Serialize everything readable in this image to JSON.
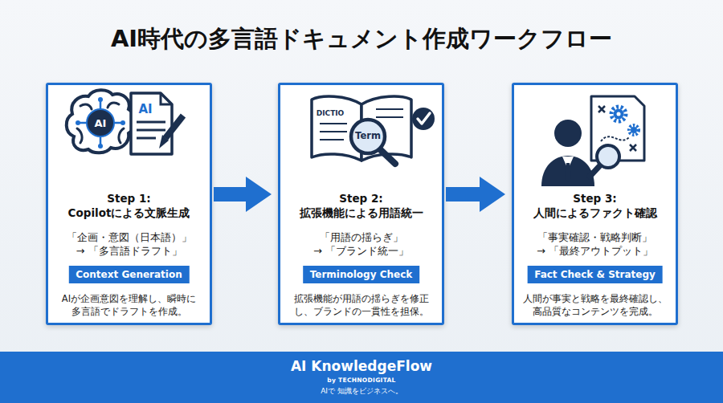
{
  "diagram": {
    "title": "AI時代の多言語ドキュメント作成ワークフロー",
    "nodes": [
      {
        "text": [
          "Step 1: Copilotによる文脈生成",
          "「企画・意図（日本語）」 → 「多言語ドラフト」",
          "AIが企画意図を理解し、瞬時に 多言語でドラフトを作成。"
        ]
      },
      {
        "text": [
          "Context Generation"
        ],
        "in": 0
      },
      {
        "text": [
          "Step 2: 拡張機能による用語統一",
          "「用語の揺らぎ」 → 「ブランド統一」",
          "拡張機能が用語の揺らぎを修正 し、ブランドの一貫性を担保。"
        ]
      },
      {
        "text": [
          "Terminology Check"
        ],
        "in": 2
      },
      {
        "text": [
          "Step 3: 人間によるファクト確認",
          "「事実確認・戦略判断」 → 「最終アウトプット」",
          "人間が事実と戦略を最終確認し、 高品質なコンテンツを完成。"
        ]
      },
      {
        "text": [
          "Fact Check & Strategy"
        ],
        "in": 4
      },
      {
        "text": [
          "AI KnowledgeFlow",
          "by TECHNODIGITAL",
          "AIで 知識をビジネスへ。"
        ]
      }
    ],
    "edges": [
      {
        "from": 0,
        "to": 2,
        "arrow": "to"
      },
      {
        "from": 2,
        "to": 4,
        "arrow": "to"
      }
    ],
    "labels": [
      "AI",
      "AI",
      "DICTIO",
      "Term"
    ]
  }
}
